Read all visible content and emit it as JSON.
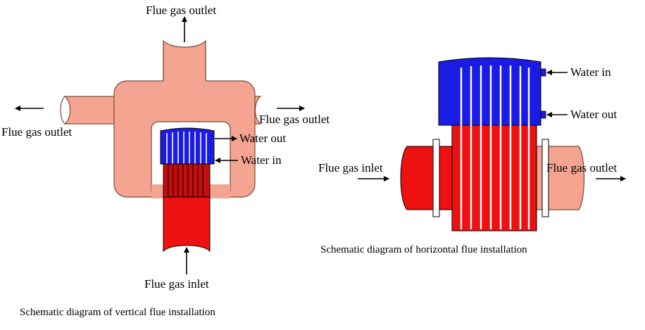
{
  "vertical": {
    "caption": "Schematic diagram of vertical flue installation",
    "labels": {
      "top_outlet": "Flue gas outlet",
      "left_outlet": "Flue gas outlet",
      "right_outlet": "Flue gas outlet",
      "water_out": "Water out",
      "water_in": "Water in",
      "inlet": "Flue gas inlet"
    }
  },
  "horizontal": {
    "caption": "Schematic diagram of horizontal flue installation",
    "labels": {
      "water_in": "Water in",
      "water_out": "Water out",
      "inlet": "Flue gas inlet",
      "outlet": "Flue gas outlet"
    }
  },
  "colors": {
    "flue_pipe": "#F4A490",
    "hot_gas": "#EE1111",
    "water_header": "#1B1BE6",
    "tube": "#FFFFFF"
  }
}
